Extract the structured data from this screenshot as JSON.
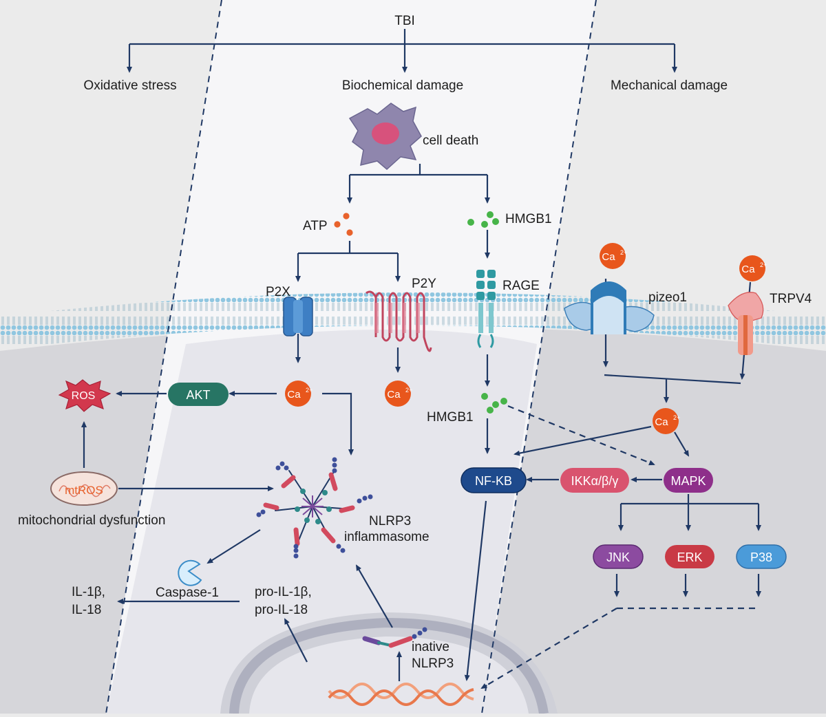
{
  "colors": {
    "arrow": "#1f3864",
    "background": "#ebebeb",
    "center_panel": "#f6f6f8",
    "cytoplasm": "#d6d6da",
    "atp_dot": "#e8622c",
    "hmgb1_dot": "#47b449",
    "calcium": "#e8561c",
    "akt": "#277564",
    "ros": "#d2384d",
    "nfkb": "#1e4a8c",
    "ikk": "#d9536e",
    "mapk": "#8e2f8a",
    "jnk": "#8c4ba0",
    "erk": "#c93a45",
    "p38": "#4b9bd9"
  },
  "icons": [
    "cell-icon",
    "p2x-channel-icon",
    "p2y-receptor-icon",
    "rage-receptor-icon",
    "piezo1-channel-icon",
    "trpv4-channel-icon",
    "mitochondria-icon",
    "ros-burst-icon",
    "caspase-pacman-icon",
    "inflammasome-icon",
    "dna-helix-icon",
    "nucleus-icon",
    "nlrp3-chain-icon"
  ],
  "labels": {
    "tbi": "TBI",
    "oxidative": "Oxidative stress",
    "biochemical": "Biochemical damage",
    "mechanical": "Mechanical damage",
    "cell_death": "cell death",
    "atp": "ATP",
    "hmgb1_top": "HMGB1",
    "p2x": "P2X",
    "p2y": "P2Y",
    "rage": "RAGE",
    "piezo": "pizeo1",
    "trpv4": "TRPV4",
    "ros": "ROS",
    "akt": "AKT",
    "hmgb1_mid": "HMGB1",
    "nfkb": "NF-KB",
    "ikk": "IKKα/β/γ",
    "mapk": "MAPK",
    "jnk": "JNK",
    "erk": "ERK",
    "p38": "P38",
    "mtros": "mtROS",
    "mito_dysfunction": "mitochondrial dysfunction",
    "nlrp3_l1": "NLRP3",
    "nlrp3_l2": "inflammasome",
    "il_l1": "IL-1β,",
    "il_l2": "IL-18",
    "caspase": "Caspase-1",
    "pro_l1": "pro-IL-1β,",
    "pro_l2": "pro-IL-18",
    "inative_l1": "inative",
    "inative_l2": "NLRP3",
    "ca_main": "Ca",
    "ca_sup": "2+"
  }
}
